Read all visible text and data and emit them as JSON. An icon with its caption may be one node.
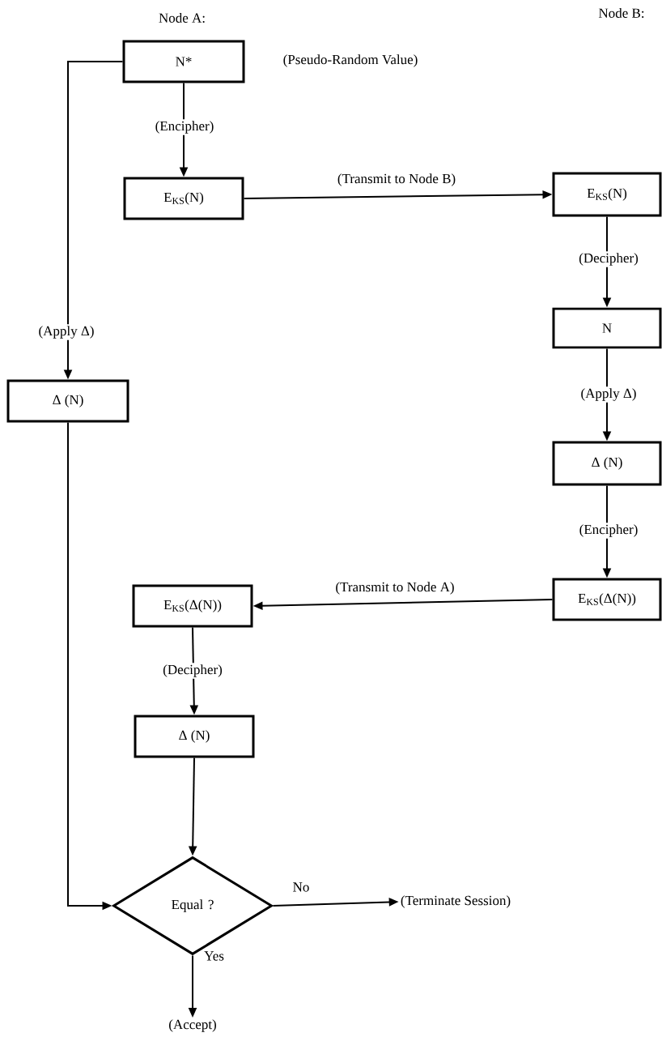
{
  "diagram": {
    "nodes": [
      {
        "text": [
          "N*"
        ],
        "beside": [
          "(Pseudo-Random Value)"
        ]
      },
      {
        "text": [
          "E$_{KS}$(N)"
        ]
      },
      {
        "text": [
          "E$_{KS}$(N)"
        ]
      },
      {
        "text": [
          "N"
        ]
      },
      {
        "text": [
          "Δ (N)"
        ]
      },
      {
        "text": [
          "E$_{KS}$(Δ(N))"
        ]
      },
      {
        "text": [
          "E$_{KS}$(Δ(N))"
        ]
      },
      {
        "text": [
          "Δ (N)"
        ]
      },
      {
        "text": [
          "Δ (N)"
        ]
      },
      {
        "text": [
          "Equal ?"
        ]
      },
      {
        "text": [
          "(Terminate Session)"
        ]
      },
      {
        "text": [
          "(Accept)"
        ]
      }
    ],
    "edges": [
      {
        "from": 0,
        "to": 1,
        "arrow": "to",
        "label": "(Encipher)"
      },
      {
        "from": 1,
        "to": 2,
        "arrow": "to",
        "label": "(Transmit to Node B)"
      },
      {
        "from": 2,
        "to": 3,
        "arrow": "to",
        "label": "(Decipher)"
      },
      {
        "from": 3,
        "to": 4,
        "arrow": "to",
        "label": "(Apply Δ)"
      },
      {
        "from": 4,
        "to": 5,
        "arrow": "to",
        "label": "(Encipher)"
      },
      {
        "from": 5,
        "to": 6,
        "arrow": "to",
        "label": "(Transmit to Node A)"
      },
      {
        "from": 6,
        "to": 7,
        "arrow": "to",
        "label": "(Decipher)"
      },
      {
        "from": 0,
        "to": 8,
        "arrow": "to",
        "label": "(Apply Δ)"
      },
      {
        "from": 7,
        "to": 9,
        "arrow": "to"
      },
      {
        "from": 8,
        "to": 9,
        "arrow": "to"
      },
      {
        "from": 9,
        "to": 10,
        "arrow": "to",
        "label": "No"
      },
      {
        "from": 9,
        "to": 11,
        "arrow": "to",
        "label": "Yes"
      }
    ],
    "labels": [
      "Node A:",
      "Node B:"
    ]
  }
}
